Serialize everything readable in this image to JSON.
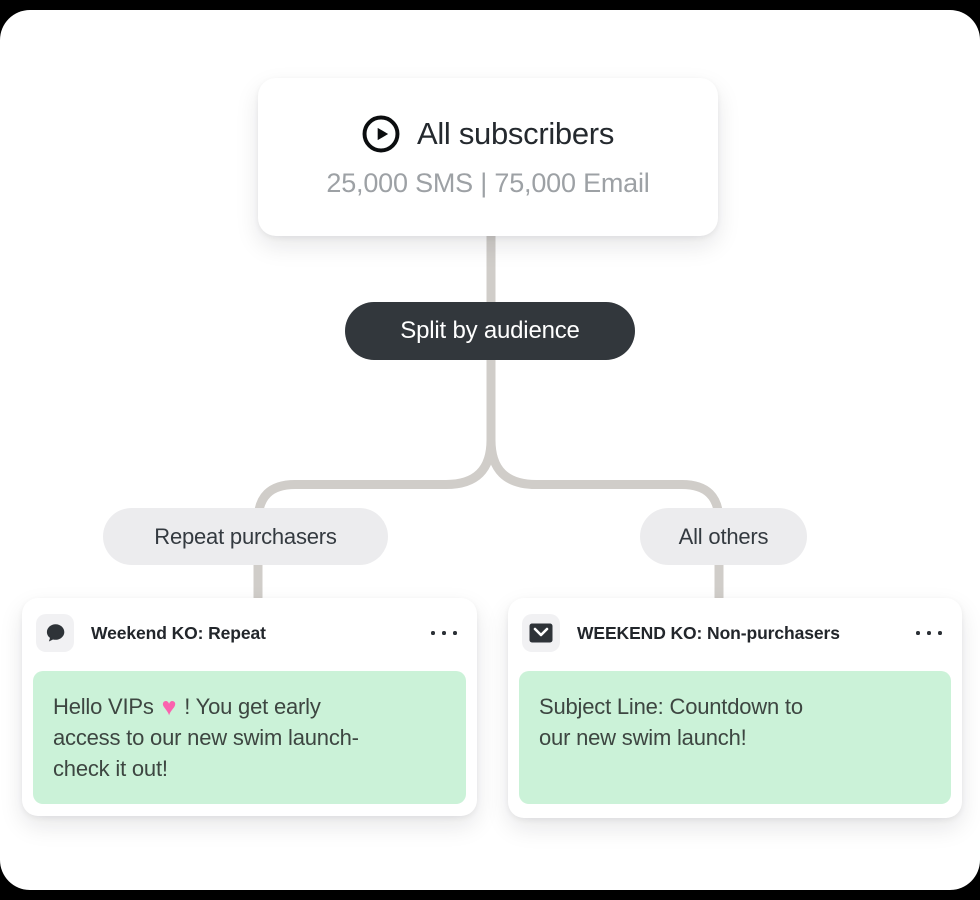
{
  "top_card": {
    "title": "All subscribers",
    "subtitle": "25,000 SMS | 75,000 Email",
    "icon": "play-circle-icon"
  },
  "split_pill": {
    "label": "Split by audience"
  },
  "branches": {
    "left": {
      "label": "Repeat purchasers"
    },
    "right": {
      "label": "All others"
    }
  },
  "left_card": {
    "icon": "chat-bubble-icon",
    "title": "Weekend KO: Repeat",
    "message": {
      "line1_prefix": "Hello VIPs ",
      "heart": "♥",
      "line1_suffix": " ! You get early",
      "line2": "access to our new swim launch-",
      "line3": "check it out!"
    }
  },
  "right_card": {
    "icon": "email-icon",
    "title": "WEEKEND KO: Non-purchasers",
    "message": {
      "line1": "Subject Line: Countdown to",
      "line2": "our new swim launch!"
    }
  },
  "colors": {
    "frame_background": "#000000",
    "canvas": "#ffffff",
    "dark_pill": "#32373c",
    "light_pill": "#ececee",
    "connector": "#d0cdc9",
    "message_green": "#cbf2d8",
    "title_text": "#22262b",
    "muted_text": "#9da1a5",
    "message_text": "#3d4641",
    "heart_pink": "#fa62ae",
    "icon_chip": "#f1f1f3",
    "icon_dark": "#2e3338"
  }
}
